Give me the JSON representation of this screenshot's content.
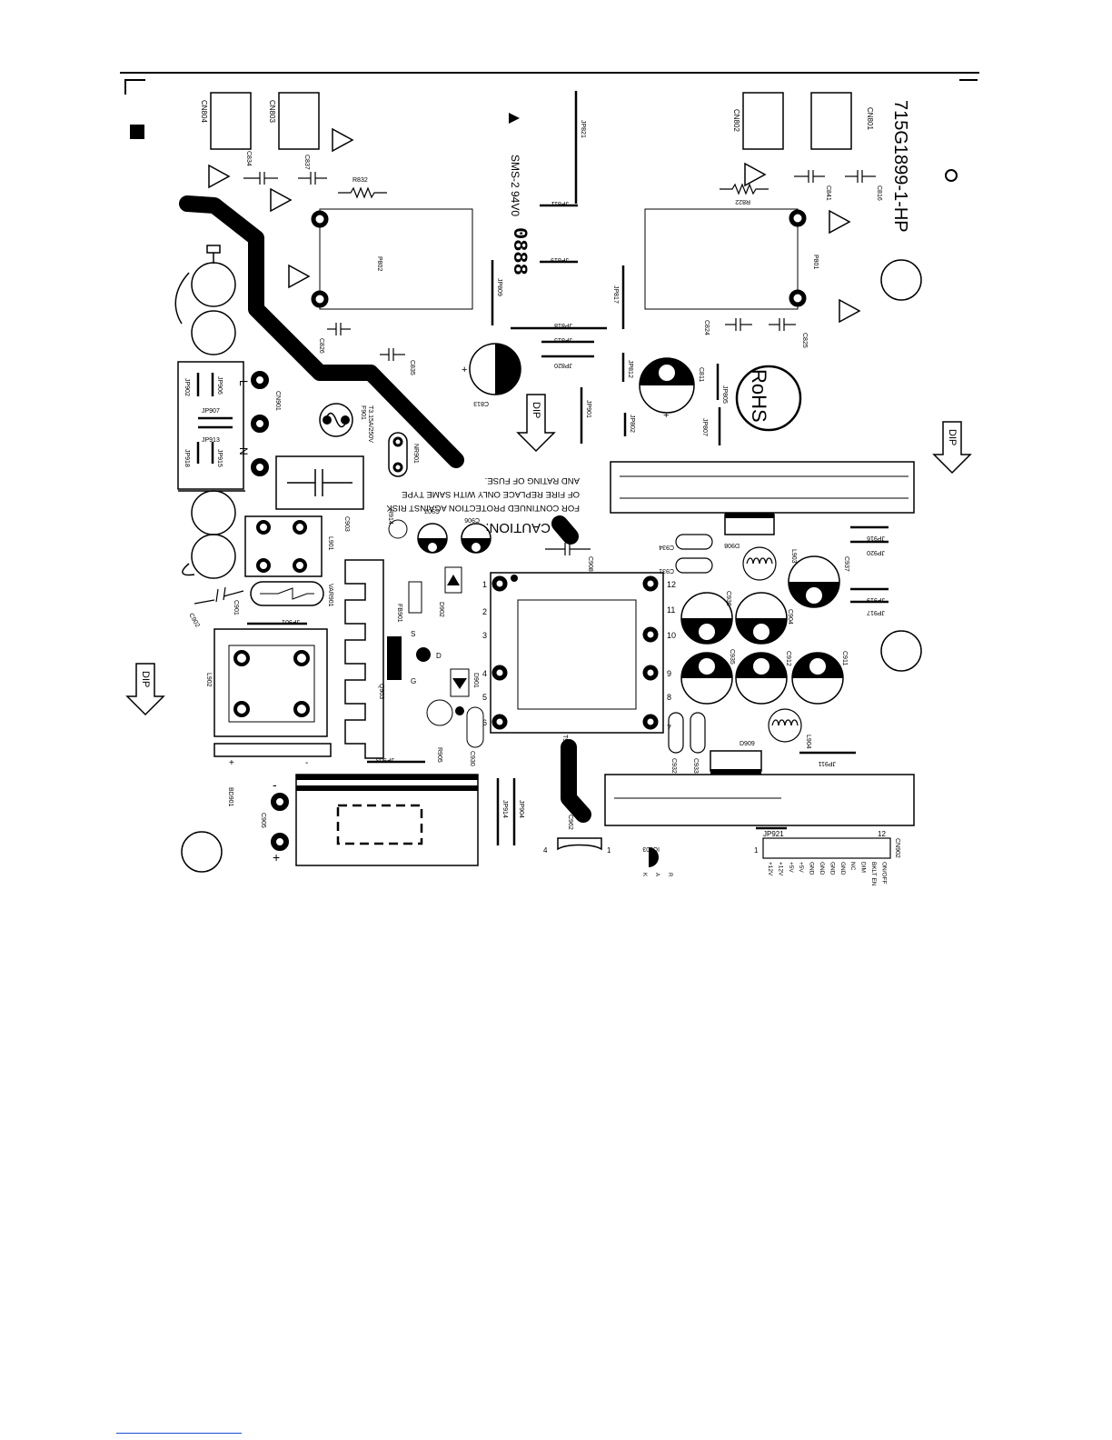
{
  "board": {
    "part_number": "715G1899-1-HP",
    "rohs": "RoHS",
    "dip_label": "DIP",
    "ul_marking": "SMS-2 94V0",
    "date_code": "0888",
    "caution_title": "CAUTION:",
    "caution_lines": [
      "FOR CONTINUED PROTECTION AGAINST RISK",
      "OF FIRE REPLACE ONLY WITH SAME TYPE",
      "AND RATING OF FUSE."
    ],
    "fuse_rating": "T3.15A/250V"
  },
  "connectors": [
    {
      "ref": "CN804"
    },
    {
      "ref": "CN803"
    },
    {
      "ref": "CN802"
    },
    {
      "ref": "CN801"
    },
    {
      "ref": "CN901"
    },
    {
      "ref": "CN902"
    }
  ],
  "references": {
    "c834": "C834",
    "c837": "C837",
    "r832": "R832",
    "p802": "P802",
    "p801": "P801",
    "jp821": "JP821",
    "jp811": "JP811",
    "jp819": "JP819",
    "jp809": "JP809",
    "jp817": "JP817",
    "jp818": "JP818",
    "jp815": "JP815",
    "jp820": "JP820",
    "jp812": "JP812",
    "jp805": "JP805",
    "jp802": "JP802",
    "jp807": "JP807",
    "jp901": "JP901",
    "jp902": "JP902",
    "jp906": "JP906",
    "jp907": "JP907",
    "jp913": "JP913",
    "jp915": "JP915",
    "jp916": "JP916",
    "jp918": "JP918",
    "jp920": "JP920",
    "jp919": "JP919",
    "jp917": "JP917",
    "jp911": "JP911",
    "jp903": "JP903",
    "jp904": "JP904",
    "jp914": "JP914",
    "jp921": "JP921",
    "c841": "C841",
    "c816": "C816",
    "r822": "R822",
    "c824": "C824",
    "c825": "C825",
    "c826": "C826",
    "c835": "C835",
    "c813": "C813",
    "c811": "C811",
    "f901": "F901",
    "nr901": "NR901",
    "c903": "C903",
    "l901": "L901",
    "r914": "R914",
    "c907": "C907",
    "c906": "C906",
    "c908": "C908",
    "var901": "VAR901",
    "fb901": "FB901",
    "d902": "D902",
    "c901": "C901",
    "c902": "C902",
    "l902": "L902",
    "bd901": "BD901",
    "q903": "Q903",
    "d901": "D901",
    "r905": "R905",
    "c930": "C930",
    "c905": "C905",
    "c962": "C962",
    "ic903": "IC903",
    "t901": "T901",
    "c934": "C934",
    "c931": "C931",
    "d908": "D908",
    "l903": "L903",
    "c937": "C937",
    "c936": "C936",
    "c904": "C904",
    "c935": "C935",
    "c912": "C912",
    "c911": "C911",
    "l904": "L904",
    "c932": "C932",
    "c933": "C933",
    "d909": "D909"
  },
  "transformer_pins": [
    "1",
    "2",
    "3",
    "4",
    "5",
    "6",
    "12",
    "11",
    "10",
    "9",
    "8",
    "7"
  ],
  "power_connector": {
    "pin_first": "1",
    "pin_last": "12",
    "pins": [
      "+12V",
      "+12V",
      "+5V",
      "+5V",
      "GND",
      "GND",
      "GND",
      "GND",
      "NC",
      "DIM",
      "BKLT EN",
      "ON/OFF"
    ]
  },
  "terminals": {
    "line": "L",
    "neutral": "N",
    "bridge_plus": "+",
    "bridge_minus": "-",
    "cap_plus": "+",
    "cap_minus": "-",
    "mosfet_s": "S",
    "mosfet_d": "D",
    "mosfet_g": "G",
    "ic_k": "K",
    "ic_a": "A",
    "ic_r": "R",
    "ic_pin4": "4",
    "ic_pin1": "1"
  }
}
